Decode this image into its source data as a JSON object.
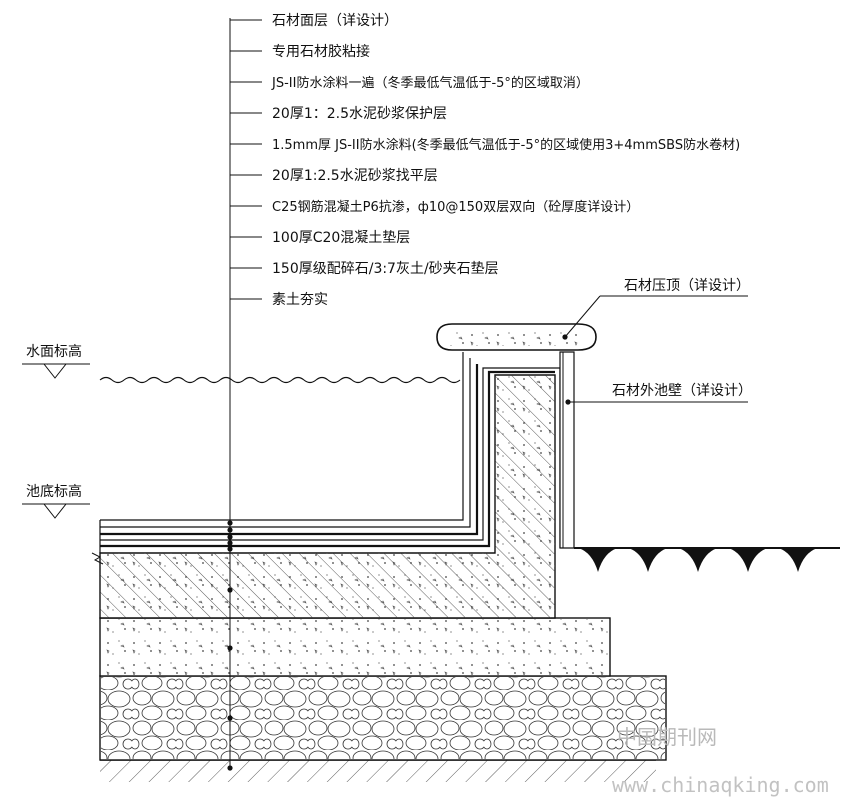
{
  "layer_callouts": [
    "石材面层（详设计）",
    "专用石材胶粘接",
    "JS-II防水涂料一遍（冬季最低气温低于-5°的区域取消）",
    "20厚1：2.5水泥砂浆保护层",
    "1.5mm厚 JS-II防水涂料(冬季最低气温低于-5°的区域使用3+4mmSBS防水卷材)",
    "20厚1:2.5水泥砂浆找平层",
    "C25钢筋混凝土P6抗渗，ф10@150双层双向（砼厚度详设计）",
    "100厚C20混凝土垫层",
    "150厚级配碎石/3:7灰土/砂夹石垫层",
    "素土夯实"
  ],
  "right_callouts": {
    "coping": "石材压顶（详设计）",
    "outer_wall": "石材外池壁（详设计）"
  },
  "elevation_marks": {
    "water_surface": "水面标高",
    "pool_bottom": "池底标高"
  },
  "watermark": {
    "site_name": "中国期刊网",
    "url": "www.chinaqking.com"
  },
  "colors": {
    "line": "#111111",
    "hatch": "#333333",
    "watermark": "#b9b9b9",
    "background": "#ffffff"
  }
}
